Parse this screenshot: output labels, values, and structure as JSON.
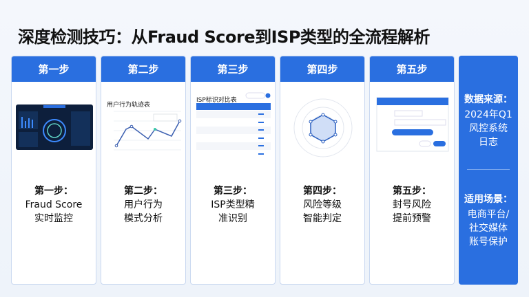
{
  "title": "深度检测技巧：从Fraud Score到ISP类型的全流程解析",
  "steps": [
    {
      "header": "第一步",
      "step": "第一步：",
      "line1": "Fraud Score",
      "line2": "实时监控"
    },
    {
      "header": "第二步",
      "step": "第二步：",
      "line1": "用户行为",
      "line2": "模式分析",
      "thumb_title": "用户行为轨迹表"
    },
    {
      "header": "第三步",
      "step": "第三步：",
      "line1": "ISP类型精",
      "line2": "准识别",
      "thumb_title": "ISP标识对比表"
    },
    {
      "header": "第四步",
      "step": "第四步：",
      "line1": "风险等级",
      "line2": "智能判定"
    },
    {
      "header": "第五步",
      "step": "第五步：",
      "line1": "封号风险",
      "line2": "提前预警"
    }
  ],
  "side": {
    "source_label": "数据来源：",
    "source_l1": "2024年Q1",
    "source_l2": "风控系统",
    "source_l3": "日志",
    "scene_label": "适用场景：",
    "scene_l1": "电商平台/",
    "scene_l2": "社交媒体",
    "scene_l3": "账号保护"
  },
  "colors": {
    "accent": "#2a6fe0",
    "dashboard_bg": "#0d1f3c"
  }
}
